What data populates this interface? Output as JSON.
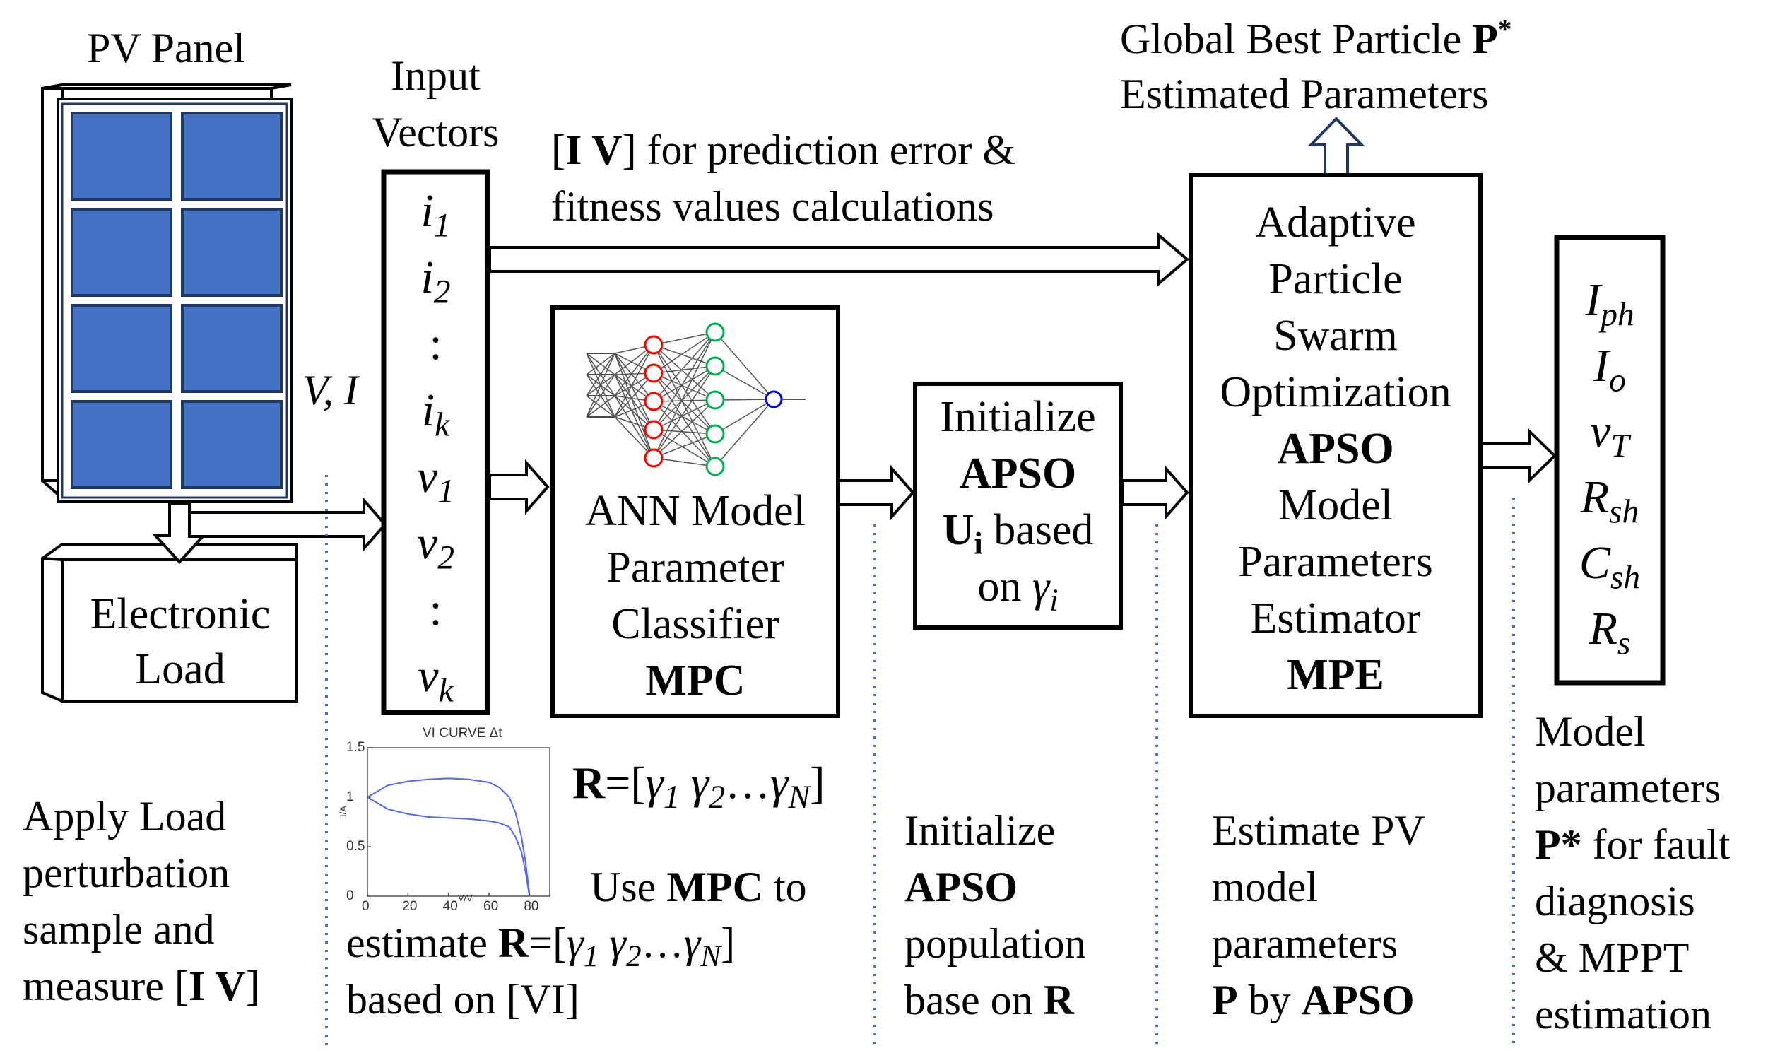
{
  "pv": {
    "panel_label": "PV Panel",
    "load_line1": "Electronic",
    "load_line2": "Load",
    "vi_label": "V, I"
  },
  "input": {
    "title_line1": "Input",
    "title_line2": "Vectors",
    "vectors": [
      "i1",
      "i2",
      ":",
      "ik",
      "v1",
      "v2",
      ":",
      "vk"
    ]
  },
  "top_arrow": {
    "line1_open": "[",
    "line1_bold": "I V",
    "line1_rest": "] for prediction error &",
    "line2": "fitness values calculations"
  },
  "global_best": {
    "line1_text": "Global Best Particle ",
    "line1_bold": "P",
    "line1_sup": "*",
    "line2": "Estimated Parameters"
  },
  "ann": {
    "line1": "ANN Model",
    "line2": "Parameter",
    "line3": "Classifier",
    "line4": "MPC"
  },
  "init": {
    "line1": "Initialize",
    "line2": "APSO",
    "line3_bold": "U",
    "line3_sub": "i",
    "line3_rest": " based",
    "line4_text": "on ",
    "line4_italic": "γ",
    "line4_sub": "i"
  },
  "apso": {
    "lines": [
      "Adaptive",
      "Particle",
      "Swarm",
      "Optimization"
    ],
    "apso_bold": "APSO",
    "lines2": [
      "Model",
      "Parameters",
      "Estimator"
    ],
    "mpe_bold": "MPE"
  },
  "params": [
    {
      "main": "I",
      "sub": "ph"
    },
    {
      "main": "I",
      "sub": "o"
    },
    {
      "main": "v",
      "sub": "T"
    },
    {
      "main": "R",
      "sub": "sh"
    },
    {
      "main": "C",
      "sub": "sh"
    },
    {
      "main": "R",
      "sub": "s"
    }
  ],
  "chart_data": {
    "type": "line",
    "title": "VI CURVE Δt",
    "xlabel": "V/V",
    "ylabel": "I/A",
    "xlim": [
      0,
      90
    ],
    "ylim": [
      0,
      1.5
    ],
    "x_ticks": [
      "0",
      "20",
      "40",
      "60",
      "80"
    ],
    "y_ticks": [
      "0",
      "0.5",
      "1",
      "1.5"
    ],
    "series": [
      {
        "x": [
          0,
          10,
          20,
          30,
          40,
          50,
          60,
          65,
          70,
          73,
          76,
          78,
          80
        ],
        "y": [
          1.0,
          1.12,
          1.16,
          1.18,
          1.19,
          1.18,
          1.15,
          1.1,
          1.0,
          0.85,
          0.6,
          0.35,
          0.02
        ]
      },
      {
        "x": [
          0,
          10,
          20,
          30,
          40,
          50,
          60,
          65,
          70,
          73,
          76,
          78,
          80
        ],
        "y": [
          1.0,
          0.88,
          0.83,
          0.8,
          0.79,
          0.78,
          0.76,
          0.74,
          0.7,
          0.6,
          0.45,
          0.25,
          0.0
        ]
      }
    ]
  },
  "r_formula": {
    "bold": "R",
    "text": "=[",
    "g1": "γ",
    "s1": "1",
    "g2": " γ",
    "s2": "2",
    "dots": "…",
    "gn": "γ",
    "sn": "N",
    "close": "]"
  },
  "captions": {
    "apply": [
      "Apply Load",
      "perturbation",
      "sample and"
    ],
    "apply_last_text": "measure [",
    "apply_last_bold": "I V",
    "apply_last_close": "]",
    "use_mpc_text": "Use ",
    "use_mpc_bold": "MPC",
    "use_mpc_rest": " to",
    "estimate_text": "estimate ",
    "estimate_bold": "R",
    "based_on": "based on [VI]",
    "init_pop": [
      "Initialize"
    ],
    "init_pop_bold": "APSO",
    "init_pop_line3": "population",
    "init_pop_line4_text": "base on ",
    "init_pop_line4_bold": "R",
    "estimate_pv": [
      "Estimate PV",
      "model",
      "parameters"
    ],
    "estimate_pv_last_b1": "P",
    "estimate_pv_last_text": " by ",
    "estimate_pv_last_b2": "APSO",
    "model_params": [
      "Model",
      "parameters"
    ],
    "model_params_bold": "P*",
    "model_params_rest": " for fault",
    "model_params_lines": [
      "diagnosis",
      "& MPPT",
      "estimation"
    ]
  },
  "colors": {
    "cell": "#4472c4",
    "cell_border": "#1f3864",
    "dotted": "#4472c4",
    "hollow_up_arrow": "#1f3864",
    "nn_red": "#ff0000",
    "nn_green": "#00b050",
    "nn_blue": "#0000ff"
  }
}
